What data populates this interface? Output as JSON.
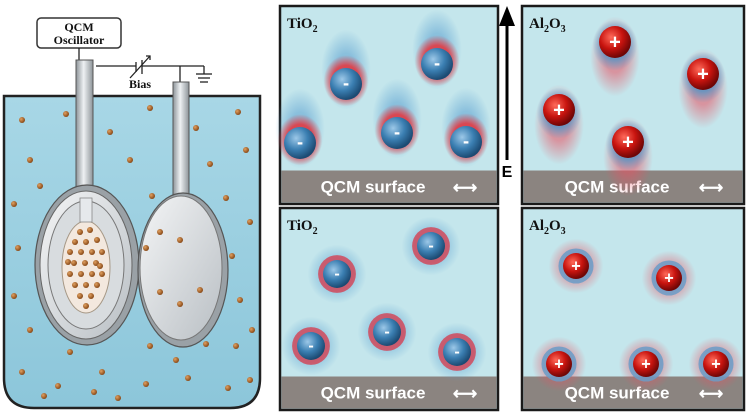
{
  "oscillator": {
    "line1": "QCM",
    "line2": "Oscillator"
  },
  "bias_label": "Bias",
  "field_label": "E",
  "surface_label": "QCM surface",
  "surface_arrow": "⟷",
  "panels": [
    {
      "title_main": "TiO",
      "title_sub": "2",
      "charge": "-"
    },
    {
      "title_main": "Al",
      "title_sub": "2",
      "title_main2": "O",
      "title_sub2": "3",
      "charge": "+"
    },
    {
      "title_main": "TiO",
      "title_sub": "2",
      "charge": "-"
    },
    {
      "title_main": "Al",
      "title_sub": "2",
      "title_main2": "O",
      "title_sub2": "3",
      "charge": "+"
    }
  ],
  "colors": {
    "liquid": "#a8d7e6",
    "panel_bg": "#c4e6ec",
    "surface": "#8b8480",
    "negative_particle": "#3a78a8",
    "positive_particle": "#c81414",
    "field_color": "#e02020"
  }
}
